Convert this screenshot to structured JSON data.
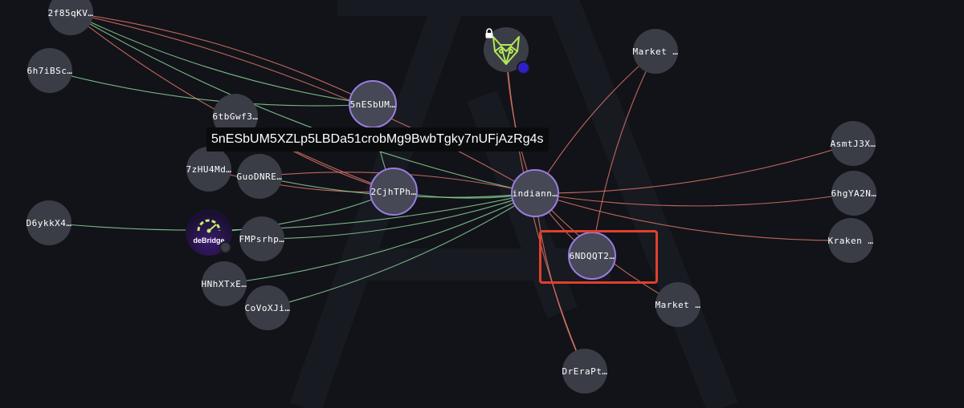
{
  "colors": {
    "background": "#111318",
    "node_fill": "#3a3d45",
    "highlight_ring": "#9a7ce0",
    "edge_in": "#8fd29a",
    "edge_out": "#e0766a",
    "selection_box": "#e0402c",
    "badge_blue": "#2f1fc9",
    "tooltip_bg": "#0a0b0d"
  },
  "tooltip": {
    "text": "5nESbUM5XZLp5LBDa51crobMg9BwbTgky7nUFjAzRg4s"
  },
  "nodes": [
    {
      "id": "2f85",
      "label": "2f85qKV…"
    },
    {
      "id": "6h7i",
      "label": "6h7iBSc…"
    },
    {
      "id": "5nES",
      "label": "5nESbUM…"
    },
    {
      "id": "6tbG",
      "label": "6tbGwf3…"
    },
    {
      "id": "7zHU",
      "label": "7zHU4Md…"
    },
    {
      "id": "GuoD",
      "label": "GuoDNRE…"
    },
    {
      "id": "2Cjh",
      "label": "2CjhTPh…"
    },
    {
      "id": "D6yk",
      "label": "D6ykkX4…"
    },
    {
      "id": "FMPs",
      "label": "FMPsrhp…"
    },
    {
      "id": "HNhX",
      "label": "HNhXTxE…"
    },
    {
      "id": "CoVo",
      "label": "CoVoXJi…"
    },
    {
      "id": "indi",
      "label": "indiann…"
    },
    {
      "id": "6NDQ",
      "label": "6NDQQT2…"
    },
    {
      "id": "MktTop",
      "label": "Market …"
    },
    {
      "id": "Asmt",
      "label": "AsmtJ3X…"
    },
    {
      "id": "6hgY",
      "label": "6hgYA2N…"
    },
    {
      "id": "Krak",
      "label": "Kraken …"
    },
    {
      "id": "MktBot",
      "label": "Market …"
    },
    {
      "id": "DrEr",
      "label": "DrEraPt…"
    }
  ],
  "logo_nodes": {
    "debridge": {
      "text": "deBridge",
      "icon": "debridge-logo-icon"
    },
    "gnosis": {
      "icon": "gnosis-owl-logo-icon",
      "locked": true
    }
  },
  "edges": [
    {
      "from": "2f85",
      "to": "5nES",
      "kind": "in"
    },
    {
      "from": "2f85",
      "to": "5nES",
      "kind": "out"
    },
    {
      "from": "2f85",
      "to": "2Cjh",
      "kind": "out"
    },
    {
      "from": "2f85",
      "to": "indi",
      "kind": "in"
    },
    {
      "from": "2f85",
      "to": "indi",
      "kind": "out"
    },
    {
      "from": "6h7i",
      "to": "5nES",
      "kind": "in"
    },
    {
      "from": "6tbG",
      "to": "2Cjh",
      "kind": "out"
    },
    {
      "from": "5nES",
      "to": "2Cjh",
      "kind": "in"
    },
    {
      "from": "7zHU",
      "to": "2Cjh",
      "kind": "out"
    },
    {
      "from": "GuoD",
      "to": "indi",
      "kind": "in"
    },
    {
      "from": "GuoD",
      "to": "indi",
      "kind": "out"
    },
    {
      "from": "2Cjh",
      "to": "indi",
      "kind": "in"
    },
    {
      "from": "D6yk",
      "to": "indi",
      "kind": "in"
    },
    {
      "from": "debridge",
      "to": "2Cjh",
      "kind": "in"
    },
    {
      "from": "FMPs",
      "to": "indi",
      "kind": "in"
    },
    {
      "from": "HNhX",
      "to": "indi",
      "kind": "in"
    },
    {
      "from": "CoVo",
      "to": "indi",
      "kind": "in"
    },
    {
      "from": "gnosis",
      "to": "indi",
      "kind": "out"
    },
    {
      "from": "gnosis",
      "to": "DrEr",
      "kind": "out"
    },
    {
      "from": "MktTop",
      "to": "indi",
      "kind": "out"
    },
    {
      "from": "MktTop",
      "to": "6NDQ",
      "kind": "out"
    },
    {
      "from": "indi",
      "to": "Asmt",
      "kind": "out"
    },
    {
      "from": "indi",
      "to": "6hgY",
      "kind": "out"
    },
    {
      "from": "indi",
      "to": "Krak",
      "kind": "out"
    },
    {
      "from": "indi",
      "to": "MktBot",
      "kind": "out"
    },
    {
      "from": "indi",
      "to": "6NDQ",
      "kind": "out"
    },
    {
      "from": "indi",
      "to": "DrEr",
      "kind": "out"
    }
  ]
}
